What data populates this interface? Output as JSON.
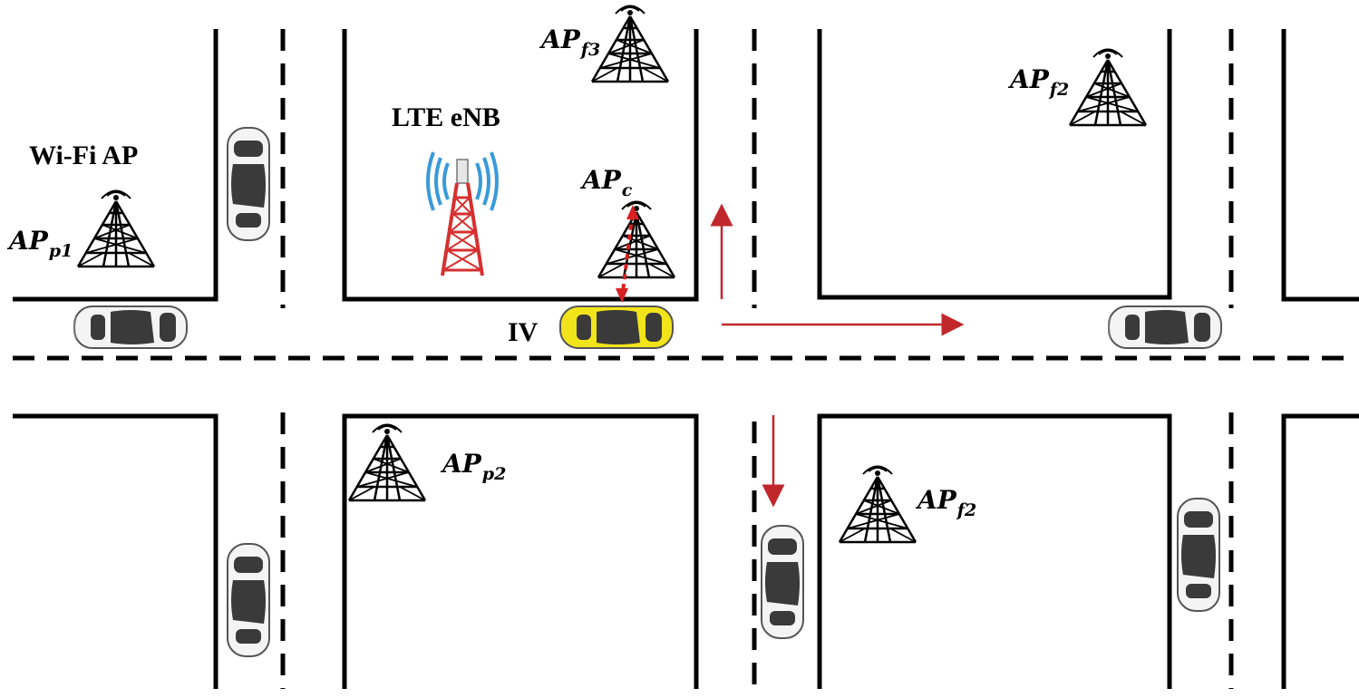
{
  "labels": {
    "wifi_ap": "Wi-Fi AP",
    "lte_enb": "LTE eNB",
    "iv": "IV"
  },
  "access_points": {
    "p1": {
      "main": "AP",
      "sub": "p1"
    },
    "p2": {
      "main": "AP",
      "sub": "p2"
    },
    "c": {
      "main": "AP",
      "sub": "c"
    },
    "f3": {
      "main": "AP",
      "sub": "f3"
    },
    "f2_top": {
      "main": "AP",
      "sub": "f2"
    },
    "f2_bottom": {
      "main": "AP",
      "sub": "f2"
    }
  },
  "colors": {
    "road_line": "#000000",
    "arrow": "#c0282c",
    "ego_vehicle": "#f2e41a",
    "vehicle": "#f4f4f4",
    "lte_waves": "#3a9ad9",
    "lte_tower": "#d63030"
  }
}
